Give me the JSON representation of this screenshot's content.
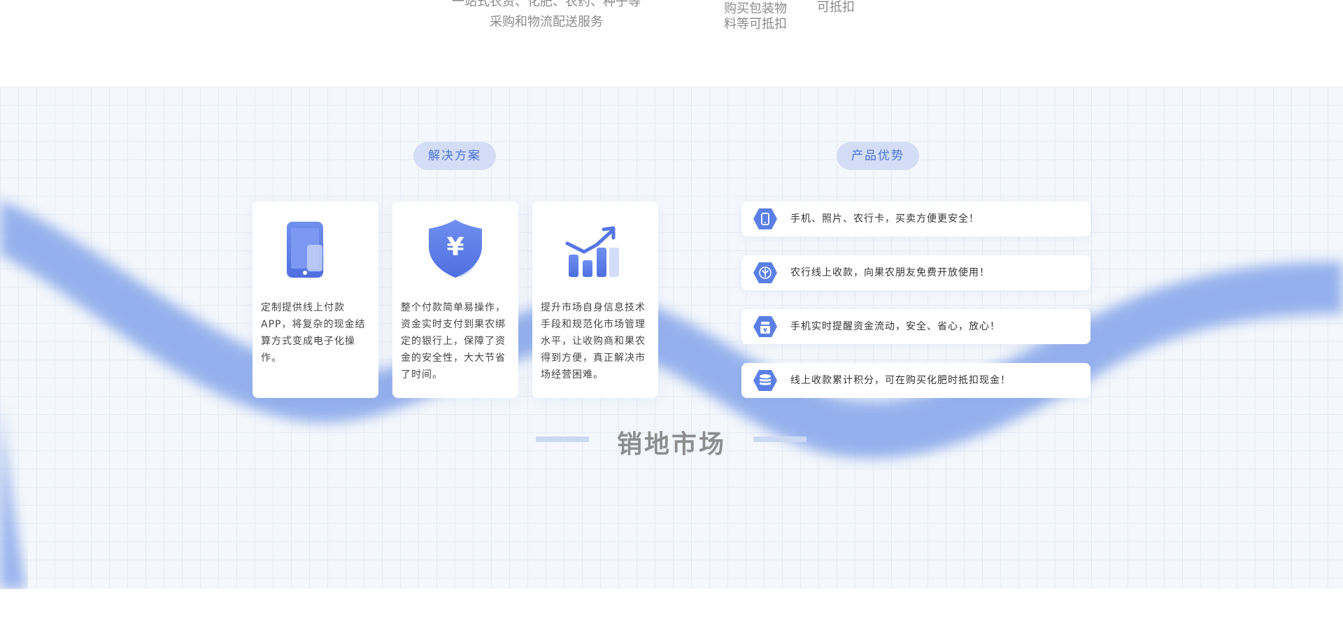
{
  "top": {
    "col1_line1": "一站式农资、化肥、农药、种子等",
    "col1_line2": "采购和物流配送服务",
    "col2_line1": "购买包装物",
    "col2_line2": "料等可抵扣",
    "col3_line1": "可抵扣"
  },
  "solutions": {
    "title": "解决方案",
    "cards": [
      {
        "icon": "phone-icon",
        "text": "定制提供线上付款APP，将复杂的现金结算方式变成电子化操作。"
      },
      {
        "icon": "shield-yuan-icon",
        "text": "整个付款简单易操作，资金实时支付到果农绑定的银行上，保障了资金的安全性，大大节省了时间。"
      },
      {
        "icon": "growth-chart-icon",
        "text": "提升市场自身信息技术手段和规范化市场管理水平，让收购商和果农得到方便，真正解决市场经营困难。"
      }
    ]
  },
  "advantages": {
    "title": "产品优势",
    "items": [
      {
        "icon": "mobile-icon",
        "text": "手机、照片、农行卡，买卖方便更安全！"
      },
      {
        "icon": "wheat-icon",
        "text": "农行线上收款，向果农朋友免费开放使用！"
      },
      {
        "icon": "money-bag-icon",
        "text": "手机实时提醒资金流动，安全、省心，放心！"
      },
      {
        "icon": "coin-stack-icon",
        "text": "线上收款累计积分，可在购买化肥时抵扣现金！"
      }
    ]
  },
  "section_heading": "销地市场",
  "colors": {
    "accent": "#4a74d8",
    "pill_bg": "#d3ddf5",
    "wave": "#8eacec",
    "icon_blue": "#5a7fe6"
  }
}
